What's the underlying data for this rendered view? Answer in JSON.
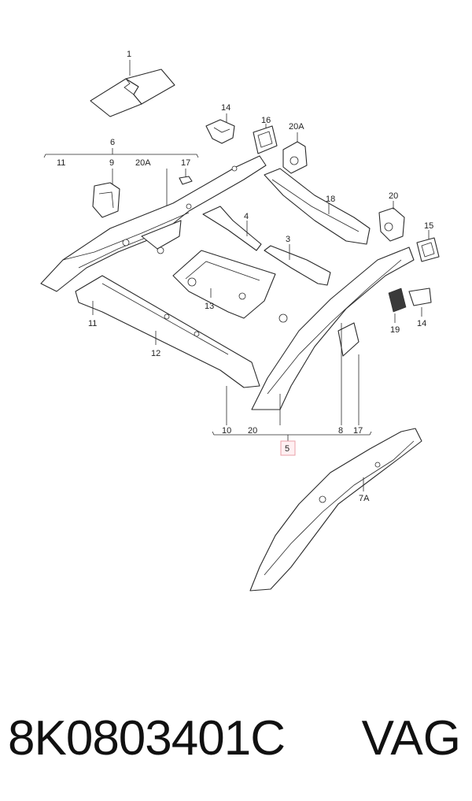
{
  "callouts": {
    "c1": "1",
    "c14a": "14",
    "c16": "16",
    "c20a_top": "20A",
    "c6": "6",
    "c11_top": "11",
    "c9": "9",
    "c20a_left": "20A",
    "c17_top": "17",
    "c18": "18",
    "c20_right": "20",
    "c15": "15",
    "c4": "4",
    "c3": "3",
    "c13": "13",
    "c11_left": "11",
    "c12": "12",
    "c19": "19",
    "c14b": "14",
    "c10": "10",
    "c20_bottom": "20",
    "c8": "8",
    "c17_bottom": "17",
    "c5": "5",
    "c7a": "7A"
  },
  "highlight_color": "#e8a0a8",
  "caption": {
    "part_number": "8K0803401C",
    "brand": "VAG"
  }
}
